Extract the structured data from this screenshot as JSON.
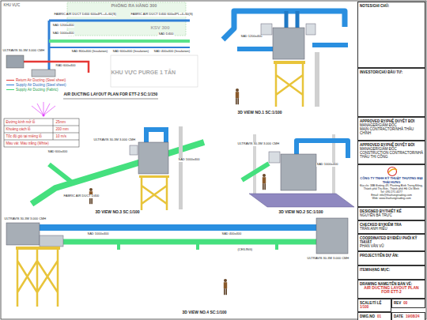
{
  "diagram": {
    "nodes": [
      {
        "text": [
          "NOTES/GHI CHÚ:"
        ]
      },
      {
        "text": [
          "INVESTOR/CHỦ ĐẦU TƯ:"
        ]
      },
      {
        "text": [
          "APPROVED BY/PHÊ DUYỆT BỞI",
          "MANAGER/GIÁM ĐỐC",
          "MAIN CONTRACTOR/NHÀ THẦU CHÍNH"
        ]
      },
      {
        "text": [
          "APPROVED BY/PHÊ DUYỆT BỞI",
          "MANAGER/GIÁM ĐỐC",
          "CONSTRUCTION CONTRACTOR/NHÀ THẦU THI CÔNG"
        ]
      },
      {
        "text": [
          "CÔNG TY TNHH KỸ THUẬT THƯƠNG MẠI THÁI HƯNG",
          "Địa chỉ: 38B Đường 49, Phường Bình Trưng Đông, Thành phố Thủ Đức, Thành phố Hồ Chí Minh",
          "Tel: 090 271 4077",
          "Email: info@thaihungtrading.com",
          "Web: www.thaihungtrading.com"
        ]
      },
      {
        "text": [
          "DESIGNED BY/THIẾT KẾ",
          "NGUYỄN BÁ TRỰC"
        ]
      },
      {
        "text": [
          "CHECKED BY/KIỂM TRA",
          "TRẦN ANH HIẾU"
        ]
      },
      {
        "text": [
          "COORDINATED BY/ĐIỀU PHỐI KỸ THUẬT",
          "PHAN VĂN VŨ"
        ]
      },
      {
        "text": [
          "PROJECT/TÊN DỰ ÁN:"
        ]
      },
      {
        "text": [
          "ITEM/HẠNG MỤC:"
        ]
      },
      {
        "text": [
          "DRAWING NAME/TÊN BẢN VẼ:",
          "AIR DUCTING LAYOUT PLAN FOR ETT-2"
        ]
      },
      {
        "text": [
          "SCALE/TỈ LỆ",
          "1/100"
        ]
      },
      {
        "text": [
          "REV",
          "00"
        ]
      },
      {
        "text": [
          "DWG.NO",
          "01"
        ]
      },
      {
        "text": [
          "DATE",
          "19/08/24"
        ]
      }
    ],
    "labels": [
      "KHU VỰC",
      "PHÒNG RA HÀNG 300",
      "KSV 300",
      "KHU VỰC PURGE 1 TẤN",
      "FABRIC AIR DUCT D400 600x4PL+4+60(S)",
      "FABRIC AIR DUCT D400 600x4PL+4+60(S)",
      "ULTRAVIS 30-3M 3.000 CMH",
      "SAD 1200x400",
      "RAD 600x400",
      "SAD 1000x400",
      "SAD 800x400 (Insulation)",
      "SAD 600x400 (Insulation)",
      "SAD 400x400 (Insulation)",
      "SAD D400",
      "AIR DUCTING LAYOUT PLAN FOR ETT-2  SC:1/150",
      "Đường kính mở lỗ",
      "25mm",
      "Khoảng cách lỗ",
      "200 mm",
      "Tốc độ gió tại miệng lỗ",
      "10 m/s",
      "Màu vải: Màu trắng (White)",
      "SAD 1200x400",
      "3D VIEW NO.1  SC:1/100",
      "ULTRAVIS 30-3M 3.000 CMH",
      "SAD 600x400",
      "SAD 1000x400",
      "FABRIC AIR DUCT D400",
      "3D VIEW NO.3  SC:1/100",
      "ULTRAVIS 30-3M 3.000 CMH",
      "SAD 1000x400",
      "3D VIEW NO.2  SC:1/100",
      "ULTRAVIS 30-3M 3.000 CMH",
      "SAD 1000x400",
      "SAD 400x400",
      "ULTRAVIS 30-3M 3.000 CMH",
      "(CEILING)",
      "3D VIEW NO.4  SC:1/100"
    ],
    "legend": [
      {
        "text": "Return Air Ducting (Steel sheet)"
      },
      {
        "text": "Supply Air Ducting (Steel sheet)"
      },
      {
        "text": "Supply Air Ducting (Fabric)"
      }
    ]
  }
}
